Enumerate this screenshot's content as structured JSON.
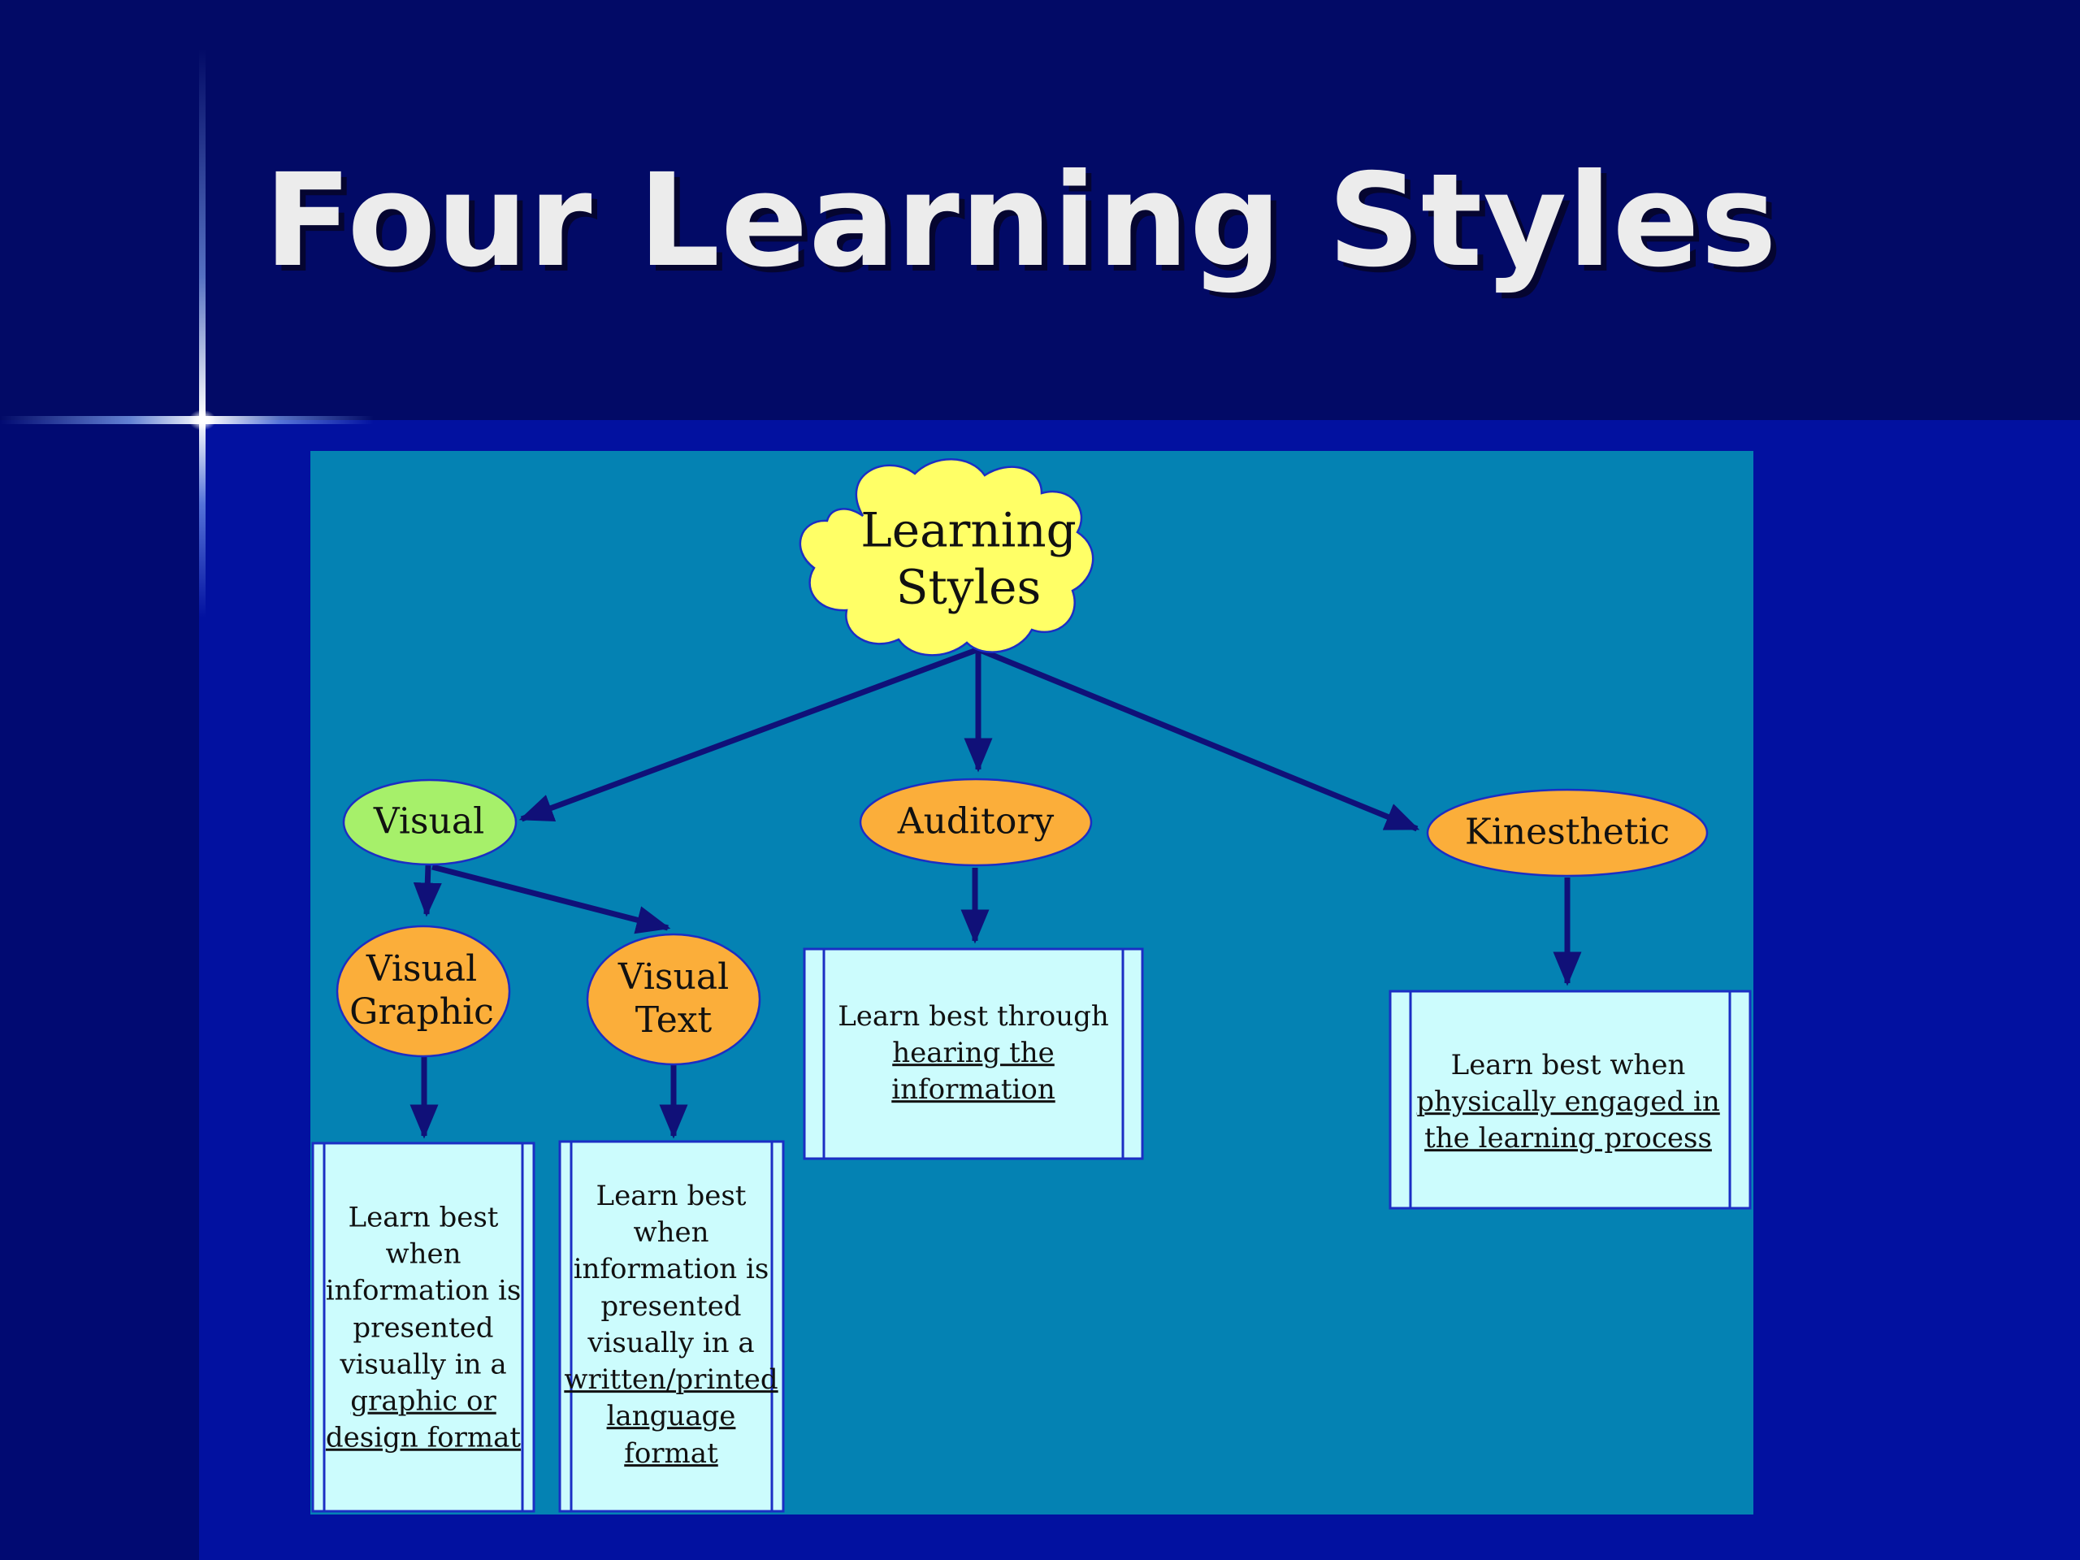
{
  "slide": {
    "title": "Four Learning Styles"
  },
  "diagram": {
    "root": {
      "lines": [
        "Learning",
        "Styles"
      ]
    },
    "visual": {
      "label": "Visual"
    },
    "auditory": {
      "label": "Auditory"
    },
    "kinesthetic": {
      "label": "Kinesthetic"
    },
    "visual_graphic": {
      "lines": [
        "Visual",
        "Graphic"
      ]
    },
    "visual_text": {
      "lines": [
        "Visual",
        "Text"
      ]
    },
    "boxes": {
      "visual_graphic": {
        "plain": [
          "Learn best",
          "when",
          "information is",
          "presented",
          "visually in a"
        ],
        "underlined": [
          "graphic or",
          "design format"
        ]
      },
      "visual_text": {
        "plain": [
          "Learn best",
          "when",
          "information is",
          "presented",
          "visually in a"
        ],
        "underlined": [
          "written/printed",
          "language",
          "format"
        ]
      },
      "auditory": {
        "plain": [
          "Learn best through"
        ],
        "underlined": [
          "hearing the",
          "information"
        ]
      },
      "kinesthetic": {
        "plain": [
          "Learn best when"
        ],
        "underlined": [
          "physically engaged in",
          "the learning process"
        ]
      }
    }
  },
  "colors": {
    "panel": "#0482b3",
    "cloud": "#ffff66",
    "visual_node": "#a6f06a",
    "orange_node": "#fbae3a",
    "box_fill": "#ccfcfd",
    "box_border": "#1b2ec4",
    "arrow": "#101078"
  }
}
